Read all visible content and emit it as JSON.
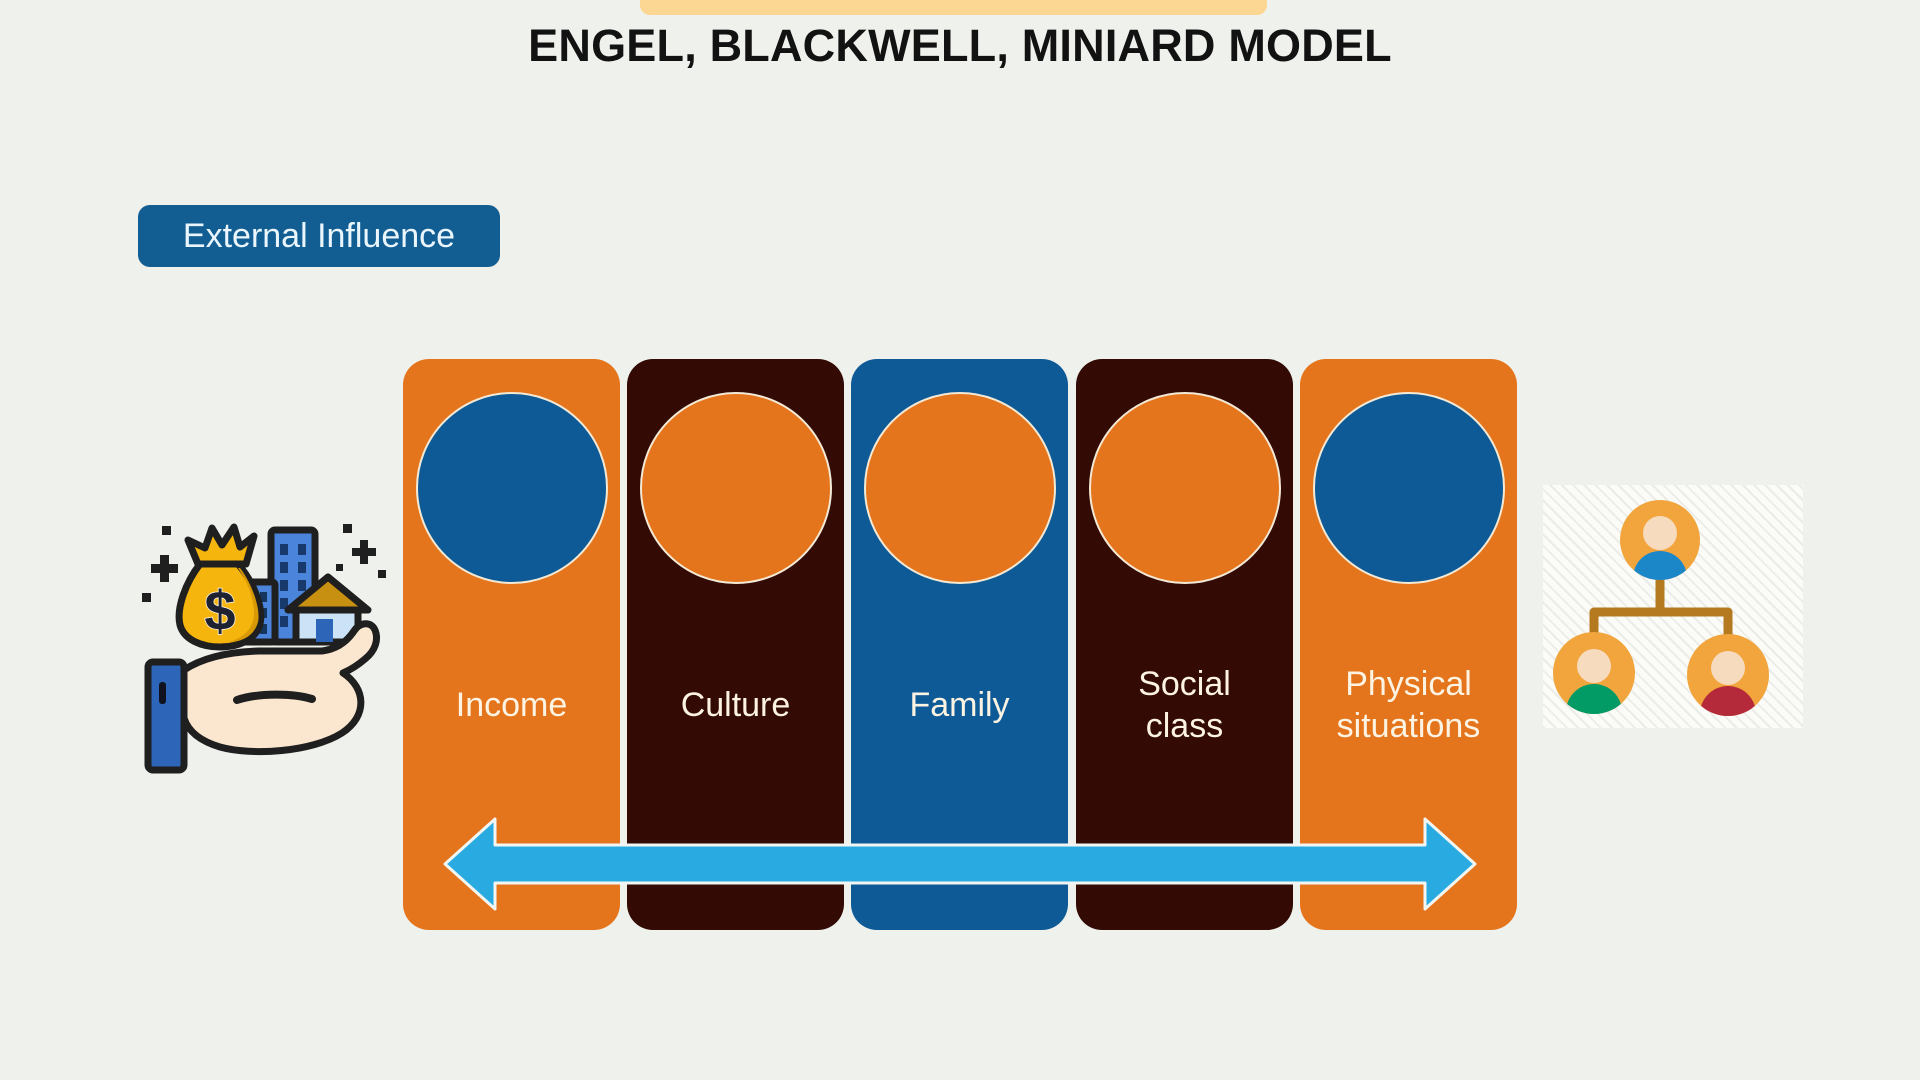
{
  "slide": {
    "title": "ENGEL, BLACKWELL, MINIARD MODEL",
    "badge_label": "External Influence",
    "background_color": "#EFF1ED",
    "top_bar_color": "#FCD793",
    "badge_color": "#125E93"
  },
  "cards": [
    {
      "label": "Income",
      "card_color": "#E5751C",
      "circle_color": "#0E5A96"
    },
    {
      "label": "Culture",
      "card_color": "#330A04",
      "circle_color": "#E5751C"
    },
    {
      "label": "Family",
      "card_color": "#0E5A96",
      "circle_color": "#E5751C"
    },
    {
      "label": "Social\nclass",
      "card_color": "#330A04",
      "circle_color": "#E5751C"
    },
    {
      "label": "Physical\nsituations",
      "card_color": "#E5751C",
      "circle_color": "#0E5A96"
    }
  ],
  "arrow": {
    "type": "double-headed-horizontal",
    "color": "#29ABE2"
  },
  "icons": {
    "left": "hand-holding-money-and-buildings-icon",
    "right": "family-tree-icon"
  }
}
